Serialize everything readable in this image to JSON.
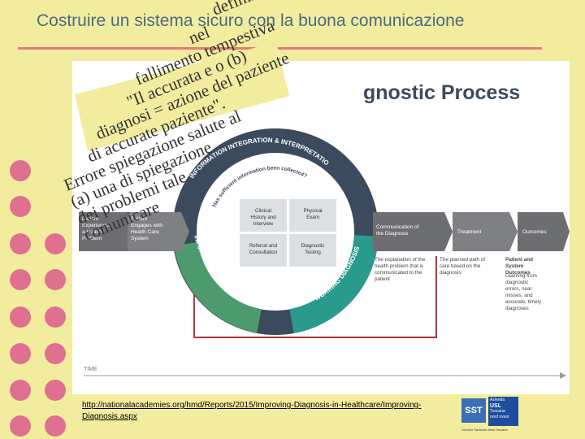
{
  "slide": {
    "title": "Costruire un sistema sicuro con la buona comunicazione",
    "slanted_quote_lines": [
      "definire",
      "nel",
      "fallimento tempestiva",
      "\"Il accurata e o (b)",
      "diagnosi = azione del paziente",
      "di accurate paziente\".",
      "Errore spiegazione salute al",
      "(a) una di spiegazione",
      "dei problemi tale",
      "comunicare"
    ],
    "source_link": "http://nationalacademies.org/hmd/Reports/2015/Improving-Diagnosis-in-Healthcare/Improving-Diagnosis.aspx",
    "logo": {
      "sst_text": "SST",
      "usl_lines": [
        "Azienda",
        "USL",
        "Toscana",
        "nord ovest"
      ],
      "footer": "Servizio Sanitario della Toscana"
    }
  },
  "diagram": {
    "title": "gnostic Process",
    "left_boxes": [
      "Patient Experiences a Health Problem",
      "Patient Engages with Health Care System"
    ],
    "arc_labels": {
      "top": "INFORMATION INTEGRATION & INTERPRETATION",
      "left": "INFORMATION GATHERING",
      "right": "WORKING DIAGNOSIS",
      "question": "Has sufficient information been collected?"
    },
    "inner_boxes": [
      "Clinical History and Interview",
      "Physical Exam",
      "Referral and Consultation",
      "Diagnostic Testing"
    ],
    "right_boxes": [
      "Communication of the Diagnosis",
      "Treatment",
      "Outcomes"
    ],
    "explanation_texts": [
      "The explanation of the health problem that is communicated to the patient",
      "The planned path of care based on the diagnosis"
    ],
    "outcomes_text": {
      "heading": "Patient and System Outcomes",
      "body": "Learning from diagnostic errors, near misses, and accurate, timely diagnoses"
    },
    "time_label": "TIME"
  },
  "colors": {
    "background": "#f2ec9e",
    "title": "#4a6a86",
    "accent_rule": "#e47a7a",
    "dots": "#e0708f",
    "dark_arc": "#3b4a5c",
    "green_arc": "#4c9a6e",
    "teal_arc": "#2a9a8c",
    "box_gray": "#6d6e71",
    "return_arrow": "#b8333a"
  }
}
